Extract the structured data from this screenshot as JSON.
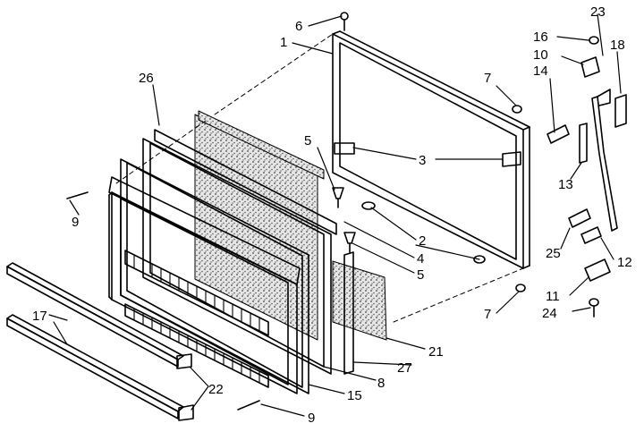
{
  "figure": {
    "callouts": [
      {
        "id": "c23",
        "label": "23"
      },
      {
        "id": "c6",
        "label": "6"
      },
      {
        "id": "c16",
        "label": "16"
      },
      {
        "id": "c18",
        "label": "18"
      },
      {
        "id": "c1",
        "label": "1"
      },
      {
        "id": "c10",
        "label": "10"
      },
      {
        "id": "c14",
        "label": "14"
      },
      {
        "id": "c26",
        "label": "26"
      },
      {
        "id": "c7a",
        "label": "7"
      },
      {
        "id": "c5a",
        "label": "5"
      },
      {
        "id": "c3",
        "label": "3"
      },
      {
        "id": "c13",
        "label": "13"
      },
      {
        "id": "c2",
        "label": "2"
      },
      {
        "id": "c9a",
        "label": "9"
      },
      {
        "id": "c4",
        "label": "4"
      },
      {
        "id": "c12",
        "label": "12"
      },
      {
        "id": "c5b",
        "label": "5"
      },
      {
        "id": "c25",
        "label": "25"
      },
      {
        "id": "c17",
        "label": "17"
      },
      {
        "id": "c11",
        "label": "11"
      },
      {
        "id": "c7b",
        "label": "7"
      },
      {
        "id": "c24",
        "label": "24"
      },
      {
        "id": "c21",
        "label": "21"
      },
      {
        "id": "c22",
        "label": "22"
      },
      {
        "id": "c27",
        "label": "27"
      },
      {
        "id": "c8",
        "label": "8"
      },
      {
        "id": "c15",
        "label": "15"
      },
      {
        "id": "c9b",
        "label": "9"
      }
    ]
  },
  "colors": {
    "ink": "#000000",
    "paper": "#ffffff",
    "foam": "#bdbdbd"
  }
}
